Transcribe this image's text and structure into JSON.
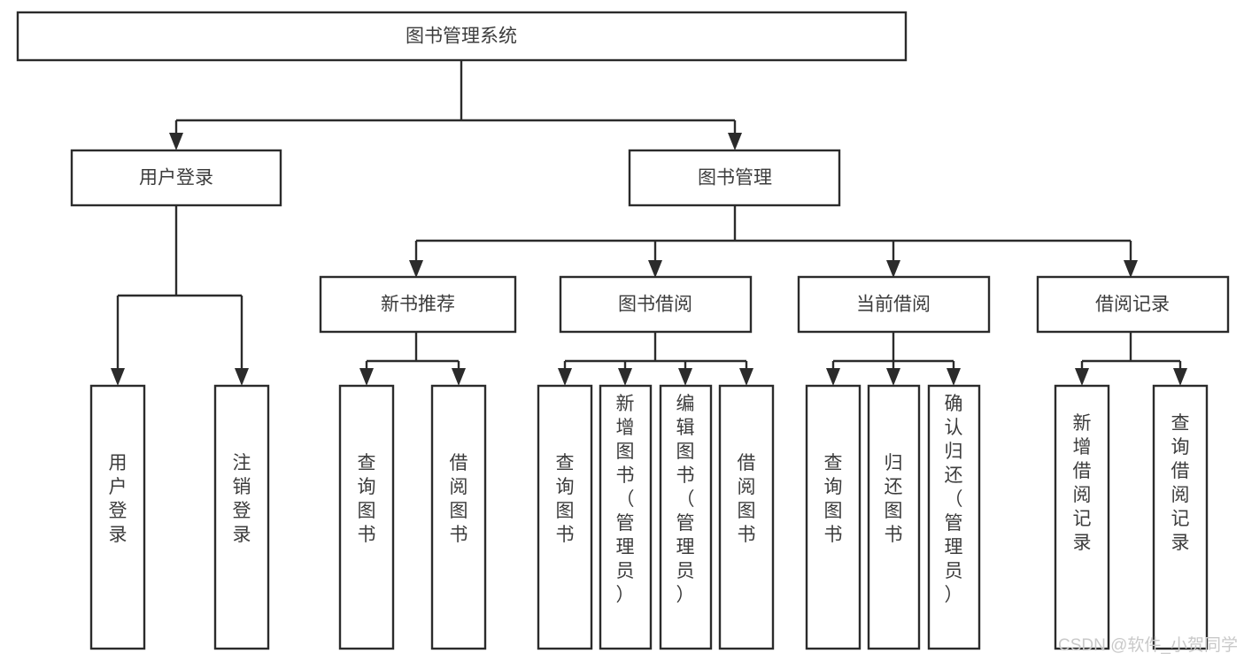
{
  "diagram": {
    "title": "图书管理系统",
    "type": "tree-hierarchy-diagram",
    "root": {
      "id": "root",
      "label": "图书管理系统",
      "level": 0
    },
    "level2": [
      {
        "id": "user-login",
        "label": "用户登录"
      },
      {
        "id": "book-management",
        "label": "图书管理"
      }
    ],
    "level3": [
      {
        "id": "new-book-recommend",
        "label": "新书推荐",
        "parent": "book-management"
      },
      {
        "id": "book-borrow",
        "label": "图书借阅",
        "parent": "book-management"
      },
      {
        "id": "current-borrow",
        "label": "当前借阅",
        "parent": "book-management"
      },
      {
        "id": "borrow-record",
        "label": "借阅记录",
        "parent": "book-management"
      }
    ],
    "leaves": [
      {
        "id": "leaf-user-login",
        "label": "用户登录",
        "parent": "user-login"
      },
      {
        "id": "leaf-logout-login",
        "label": "注销登录",
        "parent": "user-login"
      },
      {
        "id": "leaf-query-book-1",
        "label": "查询图书",
        "parent": "new-book-recommend"
      },
      {
        "id": "leaf-borrow-book-1",
        "label": "借阅图书",
        "parent": "new-book-recommend"
      },
      {
        "id": "leaf-query-book-2",
        "label": "查询图书",
        "parent": "book-borrow"
      },
      {
        "id": "leaf-add-book",
        "label": "新增图书（管理员）",
        "parent": "book-borrow"
      },
      {
        "id": "leaf-edit-book",
        "label": "编辑图书（管理员）",
        "parent": "book-borrow"
      },
      {
        "id": "leaf-borrow-book-2",
        "label": "借阅图书",
        "parent": "book-borrow"
      },
      {
        "id": "leaf-query-book-3",
        "label": "查询图书",
        "parent": "current-borrow"
      },
      {
        "id": "leaf-return-book",
        "label": "归还图书",
        "parent": "current-borrow"
      },
      {
        "id": "leaf-confirm-return",
        "label": "确认归还（管理员）",
        "parent": "current-borrow"
      },
      {
        "id": "leaf-add-borrow-record",
        "label": "新增借阅记录",
        "parent": "borrow-record"
      },
      {
        "id": "leaf-query-borrow-record",
        "label": "查询借阅记录",
        "parent": "borrow-record"
      }
    ],
    "watermark": "CSDN @软件_小贺同学",
    "colors": {
      "stroke": "#2b2b2b",
      "text": "#3c3c3c",
      "background": "#ffffff",
      "watermark": "#c9c9c9"
    }
  }
}
